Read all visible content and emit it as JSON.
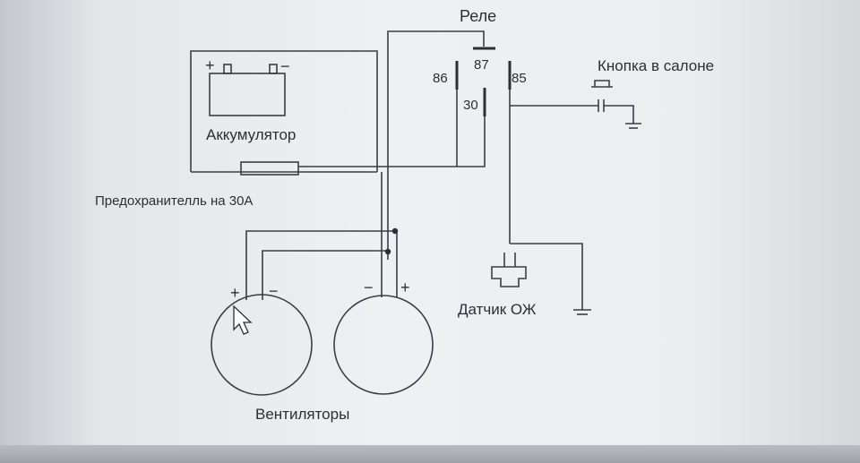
{
  "labels": {
    "relay": "Реле",
    "pin87": "87",
    "pin86": "86",
    "pin85": "85",
    "pin30": "30",
    "button": "Кнопка в салоне",
    "battery": "Аккумулятор",
    "fuse": "Предохранителль на 30А",
    "sensor": "Датчик ОЖ",
    "fans": "Вентиляторы"
  },
  "signs": {
    "battery_plus": "+",
    "battery_minus": "−",
    "fan1_plus": "+",
    "fan1_minus": "−",
    "fan2_minus": "−",
    "fan2_plus": "+"
  },
  "icons": {
    "cursor": "mouse-pointer-icon"
  },
  "colors": {
    "line": "#3a3e45",
    "text": "#2b2f36",
    "background": "#eef0f3"
  }
}
